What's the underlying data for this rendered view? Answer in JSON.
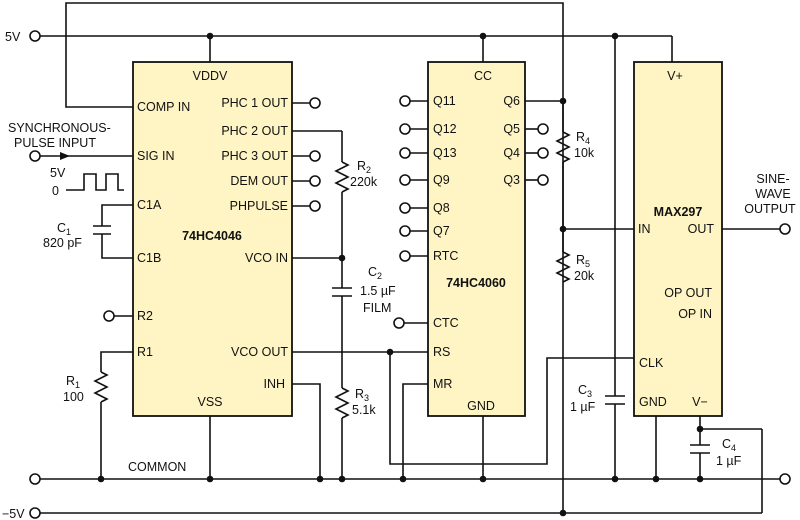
{
  "rails": {
    "pos": "5V",
    "neg": "−5V",
    "common": "COMMON"
  },
  "u1": {
    "name": "74HC4046",
    "vdd": "VDDV",
    "vss": "VSS",
    "comp_in": "COMP IN",
    "sig_in": "SIG IN",
    "c1a": "C1A",
    "c1b": "C1B",
    "r2": "R2",
    "r1": "R1",
    "phc1": "PHC 1 OUT",
    "phc2": "PHC 2 OUT",
    "phc3": "PHC 3 OUT",
    "dem": "DEM OUT",
    "phpulse": "PHPULSE",
    "vco_in": "VCO IN",
    "vco_out": "VCO OUT",
    "inh": "INH"
  },
  "u2": {
    "name": "74HC4060",
    "cc": "CC",
    "gnd": "GND",
    "q11": "Q11",
    "q12": "Q12",
    "q13": "Q13",
    "q9": "Q9",
    "q8": "Q8",
    "q7": "Q7",
    "rtc": "RTC",
    "ctc": "CTC",
    "rs": "RS",
    "mr": "MR",
    "q6": "Q6",
    "q5": "Q5",
    "q4": "Q4",
    "q3": "Q3"
  },
  "u3": {
    "name": "MAX297",
    "vplus": "V+",
    "vminus": "V−",
    "in": "IN",
    "out": "OUT",
    "op_out": "OP OUT",
    "op_in": "OP IN",
    "clk": "CLK",
    "gnd": "GND"
  },
  "input": {
    "line1": "SYNCHRONOUS-",
    "line2": "PULSE INPUT",
    "high": "5V",
    "low": "0"
  },
  "output": {
    "line1": "SINE-",
    "line2": "WAVE",
    "line3": "OUTPUT"
  },
  "parts": {
    "c1": {
      "ref": "C",
      "sub": "1",
      "value": "820 pF"
    },
    "r1": {
      "ref": "R",
      "sub": "1",
      "value": "100"
    },
    "r2": {
      "ref": "R",
      "sub": "2",
      "value": "220k"
    },
    "c2": {
      "ref": "C",
      "sub": "2",
      "value": "1.5 µF",
      "note": "FILM"
    },
    "r3": {
      "ref": "R",
      "sub": "3",
      "value": "5.1k"
    },
    "r4": {
      "ref": "R",
      "sub": "4",
      "value": "10k"
    },
    "r5": {
      "ref": "R",
      "sub": "5",
      "value": "20k"
    },
    "c3": {
      "ref": "C",
      "sub": "3",
      "value": "1 µF"
    },
    "c4": {
      "ref": "C",
      "sub": "4",
      "value": "1 µF"
    }
  }
}
